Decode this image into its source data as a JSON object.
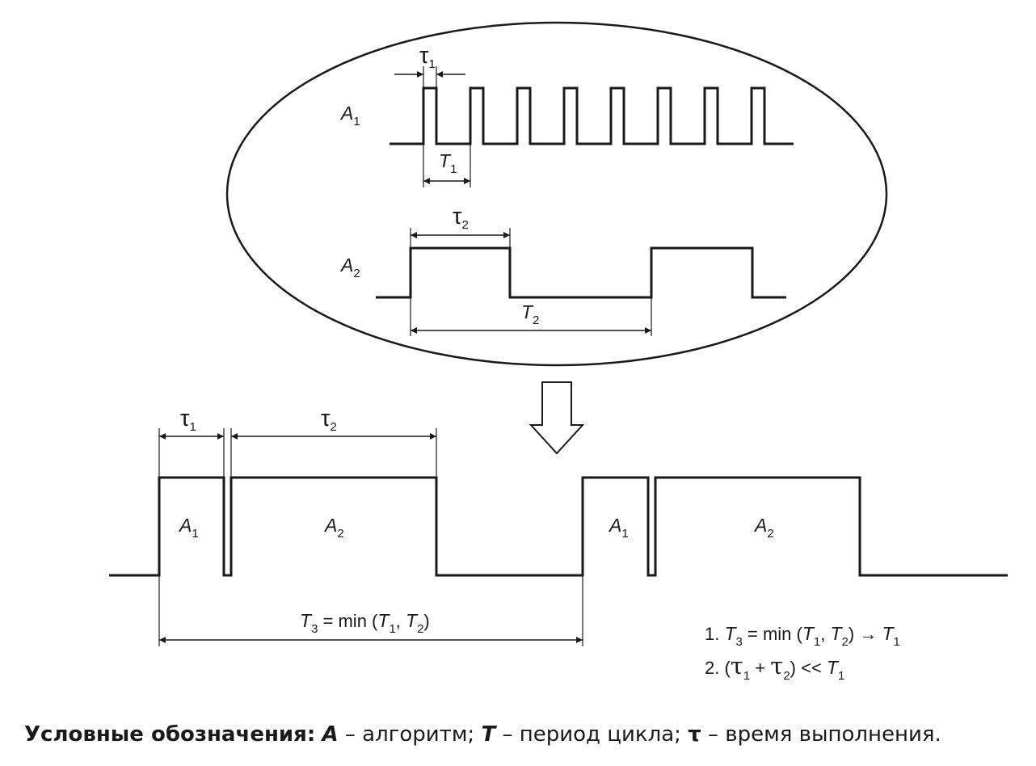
{
  "labels": {
    "A": "A",
    "T": "T",
    "tau": "τ",
    "sub1": "1",
    "sub2": "2",
    "sub3": "3",
    "eq": " = min (",
    "comma": ", ",
    "close": ")"
  },
  "notes": {
    "n1_prefix": "1. ",
    "arrow": " → ",
    "n2_prefix": "2. (",
    "plus": " + ",
    "ll": ") << "
  },
  "legend": {
    "title": "Условные обозначения:",
    "a_sym": "A",
    "a_text": " – алгоритм; ",
    "t_sym": "T",
    "t_text": " – период цикла; ",
    "tau_sym": "τ",
    "tau_text": " – время выполнения."
  }
}
